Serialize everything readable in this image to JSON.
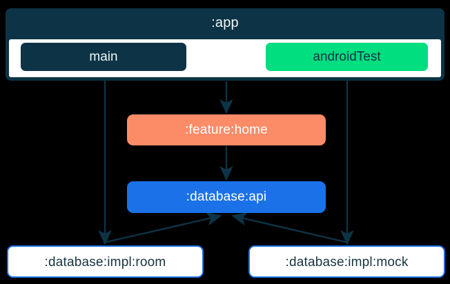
{
  "diagram": {
    "type": "module-dependency-graph",
    "background_color": "#000000",
    "edge_color": "#0D3446",
    "app": {
      "title": ":app",
      "color": "#0D3446",
      "body_color": "#FFFFFF",
      "source_sets": [
        {
          "label": "main",
          "color": "#0D3446",
          "text_color": "#F2F6F8"
        },
        {
          "label": "androidTest",
          "color": "#00DE80",
          "text_color": "#0D3446"
        }
      ]
    },
    "nodes": [
      {
        "id": "feature-home",
        "label": ":feature:home",
        "fill": "#FC8C68",
        "text_color": "#FFFFFF"
      },
      {
        "id": "database-api",
        "label": ":database:api",
        "fill": "#1B72E8",
        "text_color": "#FFFFFF"
      },
      {
        "id": "database-impl-room",
        "label": ":database:impl:room",
        "fill": "#FFFFFF",
        "border": "#1B72E8",
        "text_color": "#17333F"
      },
      {
        "id": "database-impl-mock",
        "label": ":database:impl:mock",
        "fill": "#FFFFFF",
        "border": "#1B72E8",
        "text_color": "#17333F"
      }
    ],
    "edges": [
      {
        "from": "main",
        "to": "database-impl-room"
      },
      {
        "from": "app",
        "to": "feature-home"
      },
      {
        "from": "feature-home",
        "to": "database-api"
      },
      {
        "from": "androidTest",
        "to": "database-impl-mock"
      },
      {
        "from": "database-impl-room",
        "to": "database-api"
      },
      {
        "from": "database-impl-mock",
        "to": "database-api"
      }
    ]
  }
}
